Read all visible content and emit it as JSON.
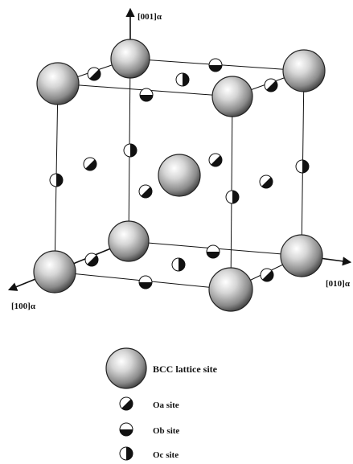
{
  "axes": {
    "z_label": "[001]α",
    "x_label": "[100]α",
    "y_label": "[010]α"
  },
  "legend": {
    "items": [
      {
        "label": "BCC lattice site",
        "symbol": "large-sphere"
      },
      {
        "label": "Oa site",
        "symbol": "half-filled-circle-lower-right"
      },
      {
        "label": "Ob site",
        "symbol": "half-filled-circle-bottom"
      },
      {
        "label": "Oc site",
        "symbol": "half-filled-circle-right"
      }
    ]
  },
  "colors": {
    "line": "#111111",
    "sphere_light": "#ffffff",
    "sphere_dark": "#3a3a3a"
  }
}
